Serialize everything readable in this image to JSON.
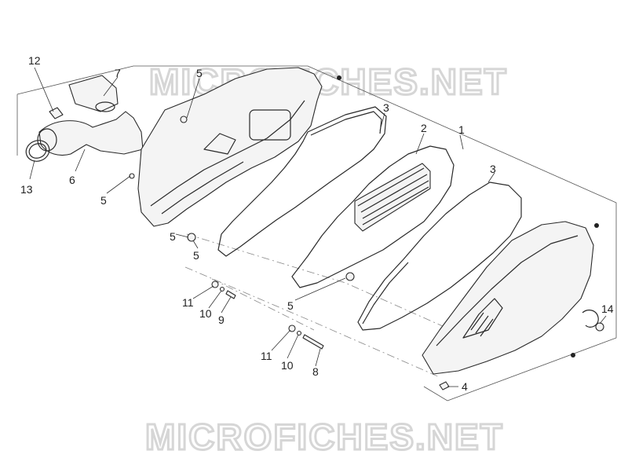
{
  "watermark": {
    "top_text": "MICROFICHES.NET",
    "bottom_text": "MICROFICHES.NET"
  },
  "callouts": {
    "c12": "12",
    "c7": "7",
    "c5a": "5",
    "c3a": "3",
    "c2": "2",
    "c1": "1",
    "c3b": "3",
    "c13": "13",
    "c6": "6",
    "c5b": "5",
    "c5c": "5",
    "c5d": "5",
    "c5e": "5",
    "c11a": "11",
    "c10a": "10",
    "c9": "9",
    "c11b": "11",
    "c10b": "10",
    "c8": "8",
    "c14": "14",
    "c4": "4"
  }
}
